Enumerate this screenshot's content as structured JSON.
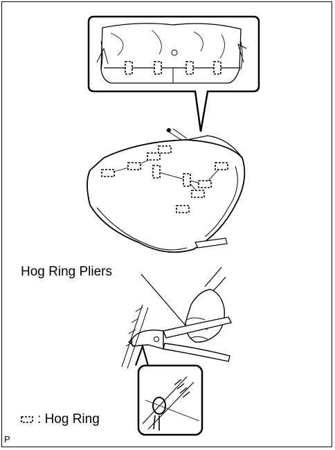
{
  "labels": {
    "tool": "Hog Ring Pliers",
    "legend_text": "Hog Ring",
    "legend_separator": ":",
    "figure_code": "P"
  },
  "colors": {
    "line": "#000000",
    "background": "#ffffff"
  },
  "icons": {
    "legend_symbol": "hog-ring-icon"
  }
}
